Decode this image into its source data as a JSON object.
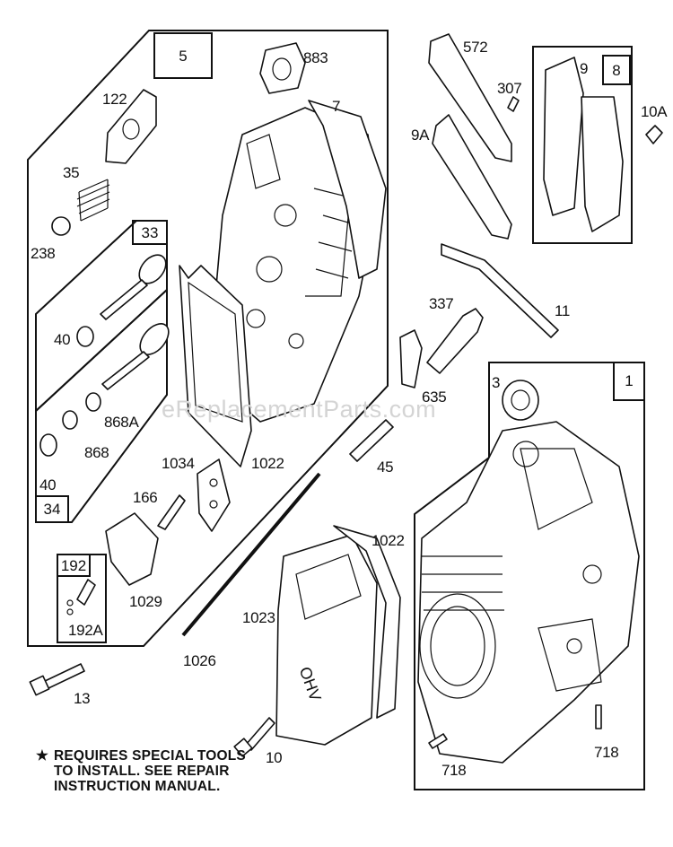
{
  "watermark": "eReplacementParts.com",
  "note": {
    "star": "★",
    "lines": [
      "REQUIRES SPECIAL TOOLS",
      "TO INSTALL.  SEE REPAIR",
      "INSTRUCTION MANUAL."
    ]
  },
  "kits": {
    "k5": "5",
    "k8": "8",
    "k1": "1",
    "k33": "33",
    "k34": "34",
    "k192": "192"
  },
  "labels": {
    "l883": "883",
    "l7": "7",
    "l122": "122",
    "l35": "35",
    "l238": "238",
    "l40a": "40",
    "l40b": "40",
    "l868A": "868A",
    "l868": "868",
    "l1034": "1034",
    "l1022a": "1022",
    "l166": "166",
    "l1029": "1029",
    "l192A": "192A",
    "l45": "45",
    "l1022b": "1022",
    "l1023": "1023",
    "l1026": "1026",
    "l13": "13",
    "l10": "10",
    "l572": "572",
    "l307": "307",
    "l9A": "9A",
    "l9": "9",
    "l10A": "10A",
    "l11": "11",
    "l337": "337",
    "l635": "635",
    "l3": "3",
    "l718a": "718",
    "l718b": "718"
  }
}
